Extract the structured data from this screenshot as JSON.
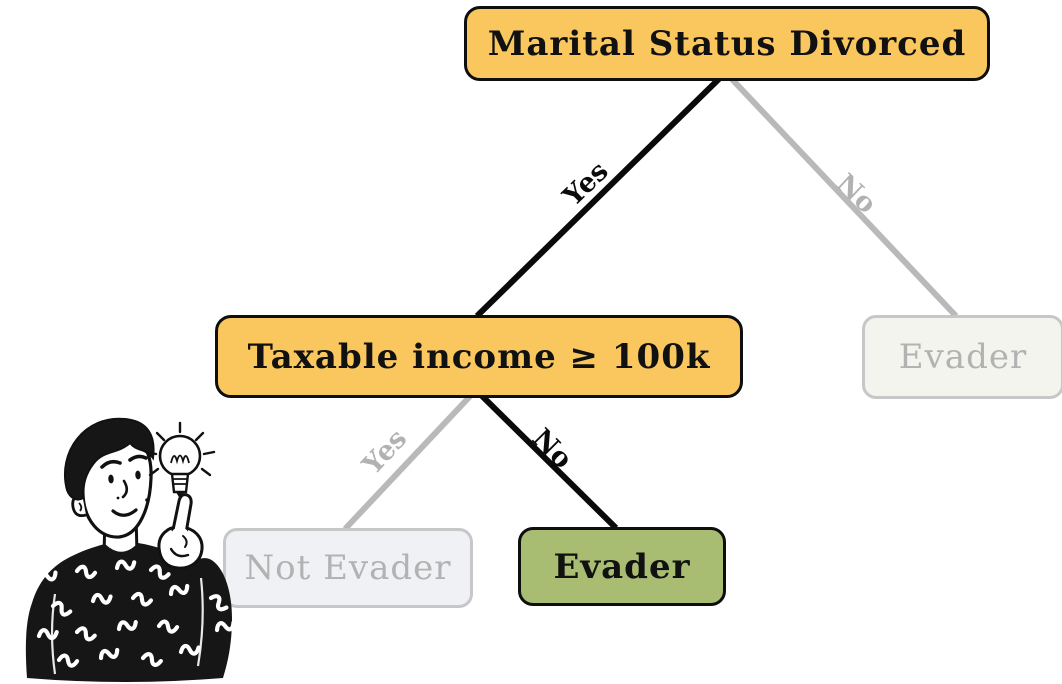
{
  "tree": {
    "root": {
      "label": "Marital Status Divorced"
    },
    "internal": {
      "label": "Taxable income ≥ 100k"
    },
    "leaves": {
      "no_branch": {
        "label": "Evader",
        "state": "faded"
      },
      "yes_yes_branch": {
        "label": "Not Evader",
        "state": "faded"
      },
      "yes_no_branch": {
        "label": "Evader",
        "state": "highlighted"
      }
    },
    "edge_labels": {
      "root_yes": "Yes",
      "root_no": "No",
      "internal_yes": "Yes",
      "internal_no": "No"
    }
  },
  "colors": {
    "decision_fill": "#F9C75E",
    "decision_border": "#0E0E0E",
    "highlight_fill": "#A8BC72",
    "faded_fill_green": "#F3F4ED",
    "faded_fill_gray": "#F0F1F5",
    "faded_border": "#C7C7C7",
    "faded_text": "#B2B2B2",
    "active_edge": "#0A0A0A",
    "inactive_edge": "#B9B9B9"
  },
  "illustration": {
    "name": "person-pointing-at-lightbulb"
  }
}
